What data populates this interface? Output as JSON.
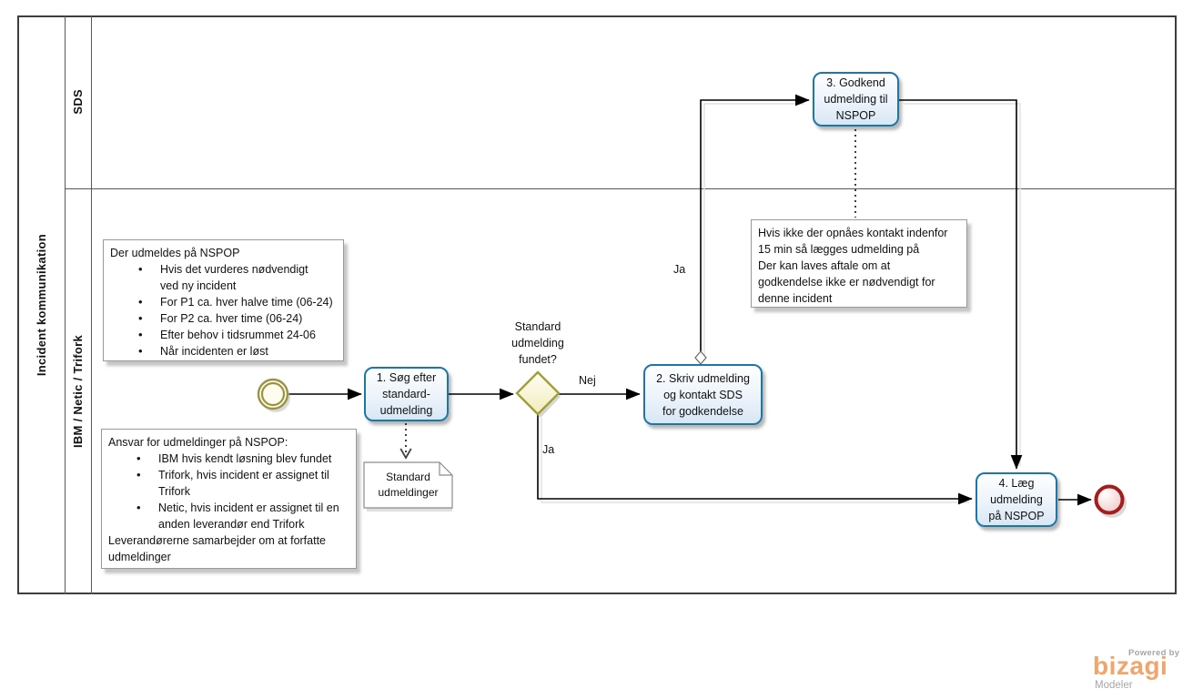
{
  "diagram": {
    "pool_title": "Incident kommunikation",
    "lanes": [
      "SDS",
      "IBM / Netic / Trifork"
    ]
  },
  "tasks": {
    "task1": "1. Søg efter\nstandard-\nudmelding",
    "task2": "2. Skriv udmelding\nog kontakt SDS\nfor godkendelse",
    "task3": "3. Godkend\nudmelding til\nNSPOP",
    "task4": "4. Læg\nudmelding\npå NSPOP"
  },
  "gateway": {
    "label": "Standard\nudmelding\nfundet?"
  },
  "data_object": {
    "label": "Standard\nudmeldinger"
  },
  "flow_labels": {
    "nej": "Nej",
    "ja_top": "Ja",
    "ja_bottom": "Ja"
  },
  "annotations": {
    "udmeldes": {
      "intro": "Der udmeldes på NSPOP",
      "bullets": [
        "Hvis det vurderes nødvendigt\nved ny incident",
        "For P1 ca. hver halve time (06-24)",
        "For P2 ca. hver time (06-24)",
        "Efter behov i tidsrummet 24-06",
        "Når incidenten er løst"
      ]
    },
    "ansvar": {
      "intro": "Ansvar for udmeldinger på NSPOP:",
      "bullets": [
        "IBM hvis kendt løsning blev fundet",
        "Trifork, hvis incident er assignet til\nTrifork",
        "Netic, hvis incident er assignet til en\nanden leverandør end Trifork"
      ],
      "outro": "Leverandørerne samarbejder om at forfatte\nudmeldinger"
    },
    "kontakt": {
      "text": "Hvis ikke der opnåes kontakt indenfor\n15 min så lægges udmelding på\nDer kan laves aftale om at\ngodkendelse ikke er nødvendigt for\ndenne incident"
    }
  },
  "logo": {
    "powered_by": "Powered by",
    "brand": "bizagi",
    "product": "Modeler"
  },
  "colors": {
    "task-border": "#1d76a8",
    "task-fill-top": "#feffff",
    "task-fill-bottom": "#d8e7f5",
    "olive": "#9a9343",
    "gateway-border": "#a09f36",
    "end-red": "#a21d1d",
    "note-border": "#999999",
    "flow-line": "#000000",
    "brand-orange": "#f2a56b",
    "muted-gray": "#a5a5a5"
  }
}
